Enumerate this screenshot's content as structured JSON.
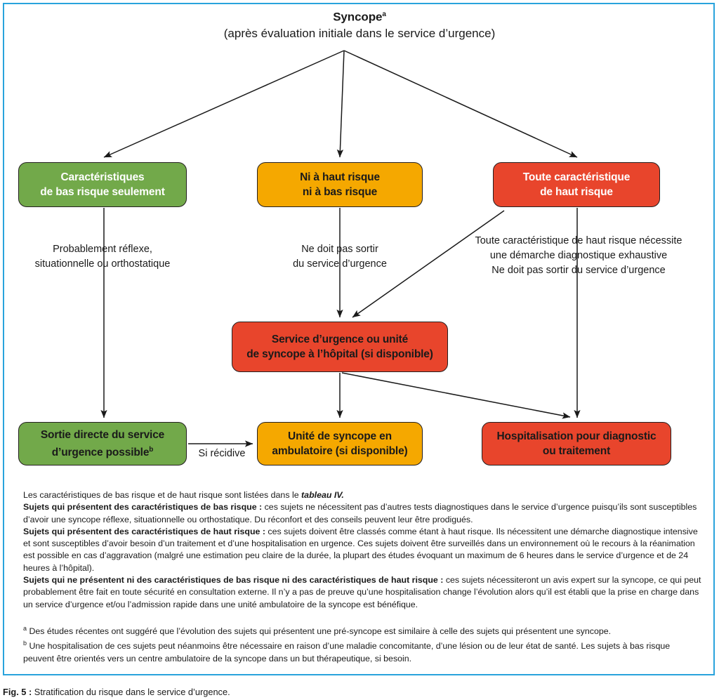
{
  "figure": {
    "title_main": "Syncope",
    "title_main_sup": "a",
    "title_sub": "(après évaluation initiale dans le service d’urgence)",
    "caption_label": "Fig. 5 :",
    "caption_text": " Stratification du risque dans le service d’urgence.",
    "frame_color": "#29a3dc"
  },
  "colors": {
    "green": "#72a94a",
    "orange": "#f5a800",
    "red": "#e8452c",
    "outline": "#231f20",
    "text_dark": "#1a1a1a",
    "text_light": "#ffffff"
  },
  "nodes": {
    "low_risk": {
      "line1": "Caractéristiques",
      "line2": "de bas risque seulement",
      "color": "green",
      "text_color": "white"
    },
    "neither": {
      "line1": "Ni à haut risque",
      "line2": "ni à bas risque",
      "color": "orange",
      "text_color": "black"
    },
    "high_risk": {
      "line1": "Toute caractéristique",
      "line2": "de haut risque",
      "color": "red",
      "text_color": "white"
    },
    "ed_unit": {
      "line1": "Service d’urgence ou unité",
      "line2": "de syncope à l’hôpital (si disponible)",
      "color": "red",
      "text_color": "black"
    },
    "discharge": {
      "line1": "Sortie directe du service",
      "line2": "d’urgence possible",
      "sup": "b",
      "color": "green",
      "text_color": "black"
    },
    "ambulatory": {
      "line1": "Unité de syncope en",
      "line2": "ambulatoire (si disponible)",
      "color": "orange",
      "text_color": "black"
    },
    "hospitalisation": {
      "line1": "Hospitalisation pour diagnostic",
      "line2": "ou traitement",
      "color": "red",
      "text_color": "black"
    }
  },
  "edge_labels": {
    "reflex_line1": "Probablement réflexe,",
    "reflex_line2": "situationnelle ou orthostatique",
    "no_exit_line1": "Ne doit pas sortir",
    "no_exit_line2": "du service d’urgence",
    "high_risk_note_line1": "Toute caractéristique de haut risque nécessite",
    "high_risk_note_line2": "une démarche diagnostique exhaustive",
    "high_risk_note_line3": "Ne doit pas sortir du service d’urgence",
    "recidive": "Si récidive"
  },
  "notes": {
    "intro_plain": "Les caractéristiques de bas risque et de haut risque sont listées dans le ",
    "intro_italic": "tableau IV.",
    "low_bold": "Sujets qui présentent des caractéristiques de bas risque :",
    "low_text": " ces sujets ne nécessitent pas d’autres tests diagnostiques dans le service d’urgence puisqu’ils sont susceptibles d’avoir une syncope réflexe, situationnelle ou orthostatique. Du réconfort et des conseils peuvent leur être prodigués.",
    "high_bold": "Sujets qui présentent des caractéristiques de haut risque :",
    "high_text": " ces sujets doivent être classés comme étant à haut risque. Ils nécessitent une démarche diagnostique intensive et sont susceptibles d’avoir besoin d’un traitement et d’une hospitalisation en urgence. Ces sujets doivent être surveillés dans un environnement où le recours à la réanimation est possible en cas d’aggravation (malgré une estimation peu claire de la durée, la plupart des études évoquant un maximum de 6 heures dans le service d’urgence et de 24 heures à l’hôpital).",
    "neither_bold": "Sujets qui ne présentent ni des caractéristiques de bas risque ni des caractéristiques de haut risque :",
    "neither_text": " ces sujets nécessiteront un avis expert sur la syncope, ce qui peut probablement être fait en toute sécurité en consultation externe. Il n’y a pas de preuve qu’une hospitalisation change l’évolution alors qu’il est établi que la prise en charge dans un service d’urgence et/ou l’admission rapide dans une unité ambulatoire de la syncope est bénéfique.",
    "footnote_a_mark": "a",
    "footnote_a_text": " Des études récentes ont suggéré que l’évolution des sujets qui présentent une pré-syncope est similaire à celle des sujets qui présentent une syncope.",
    "footnote_b_mark": "b",
    "footnote_b_text": " Une hospitalisation de ces sujets peut néanmoins être nécessaire en raison d’une maladie concomitante, d’une lésion ou de leur état de santé. Les sujets à bas risque peuvent être orientés vers un centre ambulatoire de la syncope dans un but thérapeutique, si besoin."
  }
}
